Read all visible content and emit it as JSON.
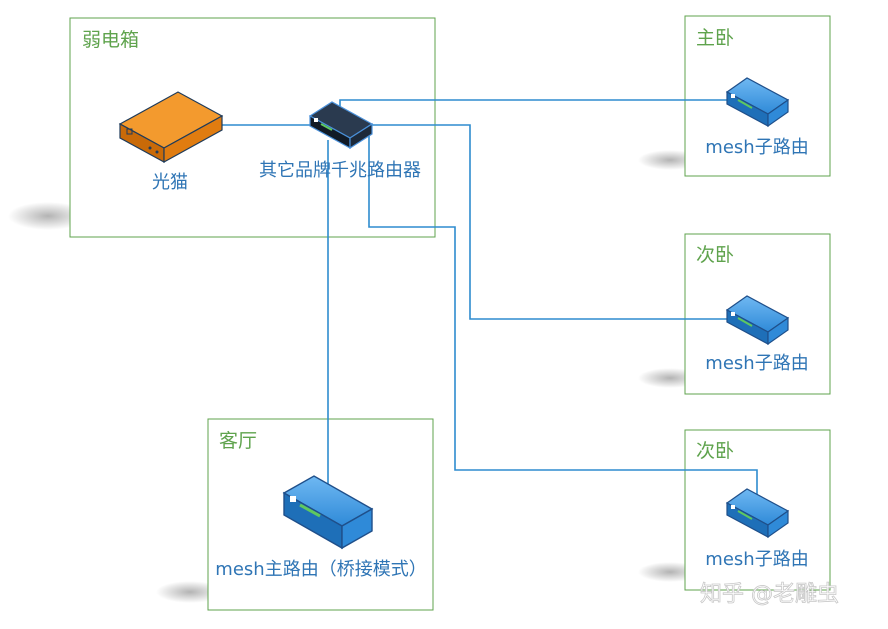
{
  "zones": {
    "weak_box": "弱电箱",
    "master_bedroom": "主卧",
    "second_bedroom_1": "次卧",
    "second_bedroom_2": "次卧",
    "living_room": "客厅"
  },
  "devices": {
    "modem": "光猫",
    "main_router": "其它品牌千兆路由器",
    "mesh_node_master": "mesh子路由",
    "mesh_node_second_1": "mesh子路由",
    "mesh_node_second_2": "mesh子路由",
    "mesh_main": "mesh主路由（桥接模式）"
  },
  "watermark": "知乎 @老雕虫",
  "colors": {
    "zone_border": "#5fa34d",
    "link": "#2e8ccf",
    "modem": "#e07c10",
    "router_blue": "#2f8ad8",
    "router_dark": "#1d2a3a",
    "label": "#2f75b5"
  }
}
